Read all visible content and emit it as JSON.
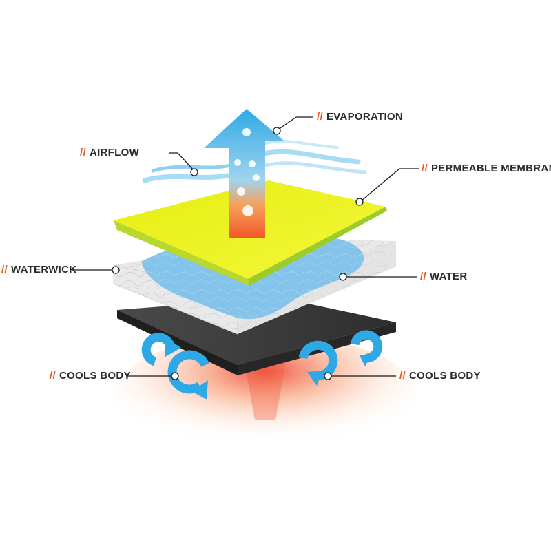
{
  "labels": {
    "slash": "//",
    "evaporation": "EVAPORATION",
    "airflow": "AIRFLOW",
    "permeable_membrane": "PERMEABLE MEMBRANE",
    "waterwick": "WATERWICK",
    "water": "WATER",
    "cools_body_left": "COOLS BODY",
    "cools_body_right": "COOLS BODY"
  },
  "colors": {
    "accent_slash": "#e8591c",
    "arrow_blue": "#2fa9e6",
    "membrane_yellow": "#eef21a",
    "membrane_edge": "#9ccc2a",
    "waterwick_gray": "#e6e6e6",
    "water_blue": "#7fc2ea",
    "base_dark": "#3a3a3a",
    "heat_red": "#f04a3a"
  },
  "icons": [
    "evaporation-arrow-icon",
    "airflow-waves-icon",
    "cooling-circular-arrow-icon"
  ]
}
